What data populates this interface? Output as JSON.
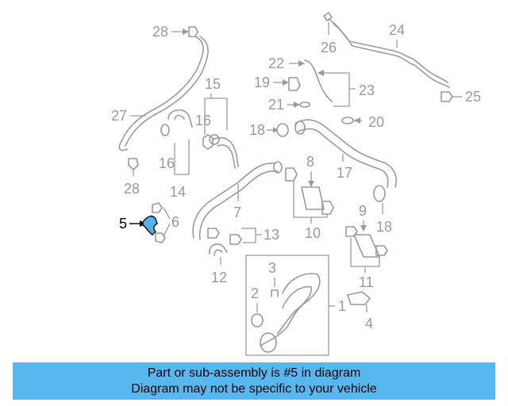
{
  "callouts": {
    "c1": "1",
    "c2": "2",
    "c3": "3",
    "c4": "4",
    "c5": "5",
    "c6": "6",
    "c7": "7",
    "c8": "8",
    "c9": "9",
    "c10": "10",
    "c11": "11",
    "c12": "12",
    "c13": "13",
    "c14": "14",
    "c15": "15",
    "c16a": "16",
    "c16b": "16",
    "c17": "17",
    "c18a": "18",
    "c18b": "18",
    "c19": "19",
    "c20": "20",
    "c21": "21",
    "c22": "22",
    "c23": "23",
    "c24": "24",
    "c25": "25",
    "c26": "26",
    "c27": "27",
    "c28a": "28",
    "c28b": "28"
  },
  "highlighted_part": "5",
  "colors": {
    "highlight": "#4fb3ec",
    "banner": "#57b8f0",
    "line_art": "#9a9a9a"
  },
  "banner": {
    "line1": "Part or sub-assembly is #5 in diagram",
    "line2": "Diagram may not be specific to your vehicle"
  }
}
